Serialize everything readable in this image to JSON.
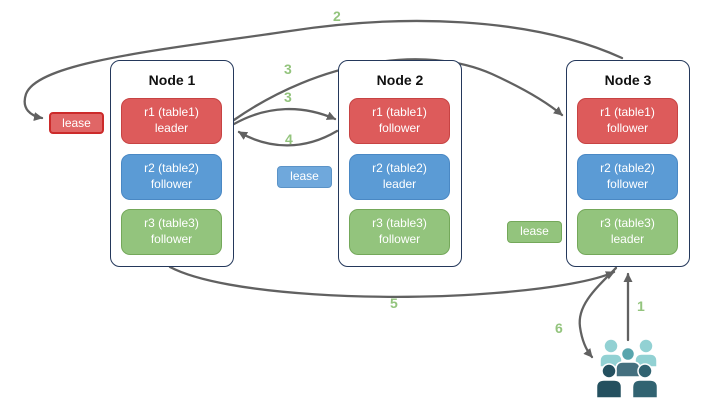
{
  "diagram": {
    "nodes": [
      {
        "title": "Node 1",
        "replicas": [
          {
            "name": "r1 (table1)",
            "role": "leader",
            "color": "#dd5b5b"
          },
          {
            "name": "r2 (table2)",
            "role": "follower",
            "color": "#5b9bd5"
          },
          {
            "name": "r3 (table3)",
            "role": "follower",
            "color": "#93c47d"
          }
        ]
      },
      {
        "title": "Node 2",
        "replicas": [
          {
            "name": "r1 (table1)",
            "role": "follower",
            "color": "#dd5b5b"
          },
          {
            "name": "r2 (table2)",
            "role": "leader",
            "color": "#5b9bd5"
          },
          {
            "name": "r3 (table3)",
            "role": "follower",
            "color": "#93c47d"
          }
        ]
      },
      {
        "title": "Node 3",
        "replicas": [
          {
            "name": "r1 (table1)",
            "role": "follower",
            "color": "#dd5b5b"
          },
          {
            "name": "r2 (table2)",
            "role": "follower",
            "color": "#5b9bd5"
          },
          {
            "name": "r3 (table3)",
            "role": "leader",
            "color": "#93c47d"
          }
        ]
      }
    ],
    "leases": [
      {
        "label": "lease",
        "color": "#e06666"
      },
      {
        "label": "lease",
        "color": "#6fa8dc"
      },
      {
        "label": "lease",
        "color": "#93c47d"
      }
    ],
    "steps": [
      {
        "label": "2"
      },
      {
        "label": "3"
      },
      {
        "label": "3"
      },
      {
        "label": "4"
      },
      {
        "label": "5"
      },
      {
        "label": "1"
      },
      {
        "label": "6"
      }
    ],
    "icons": {
      "users": "users-icon"
    },
    "colors": {
      "arrow": "#616161",
      "step_number": "#93c47d",
      "node_border": "#24385b",
      "users_light": "#92d1d3",
      "users_medium": "#58a5ad",
      "users_dark": "#24505f"
    }
  }
}
